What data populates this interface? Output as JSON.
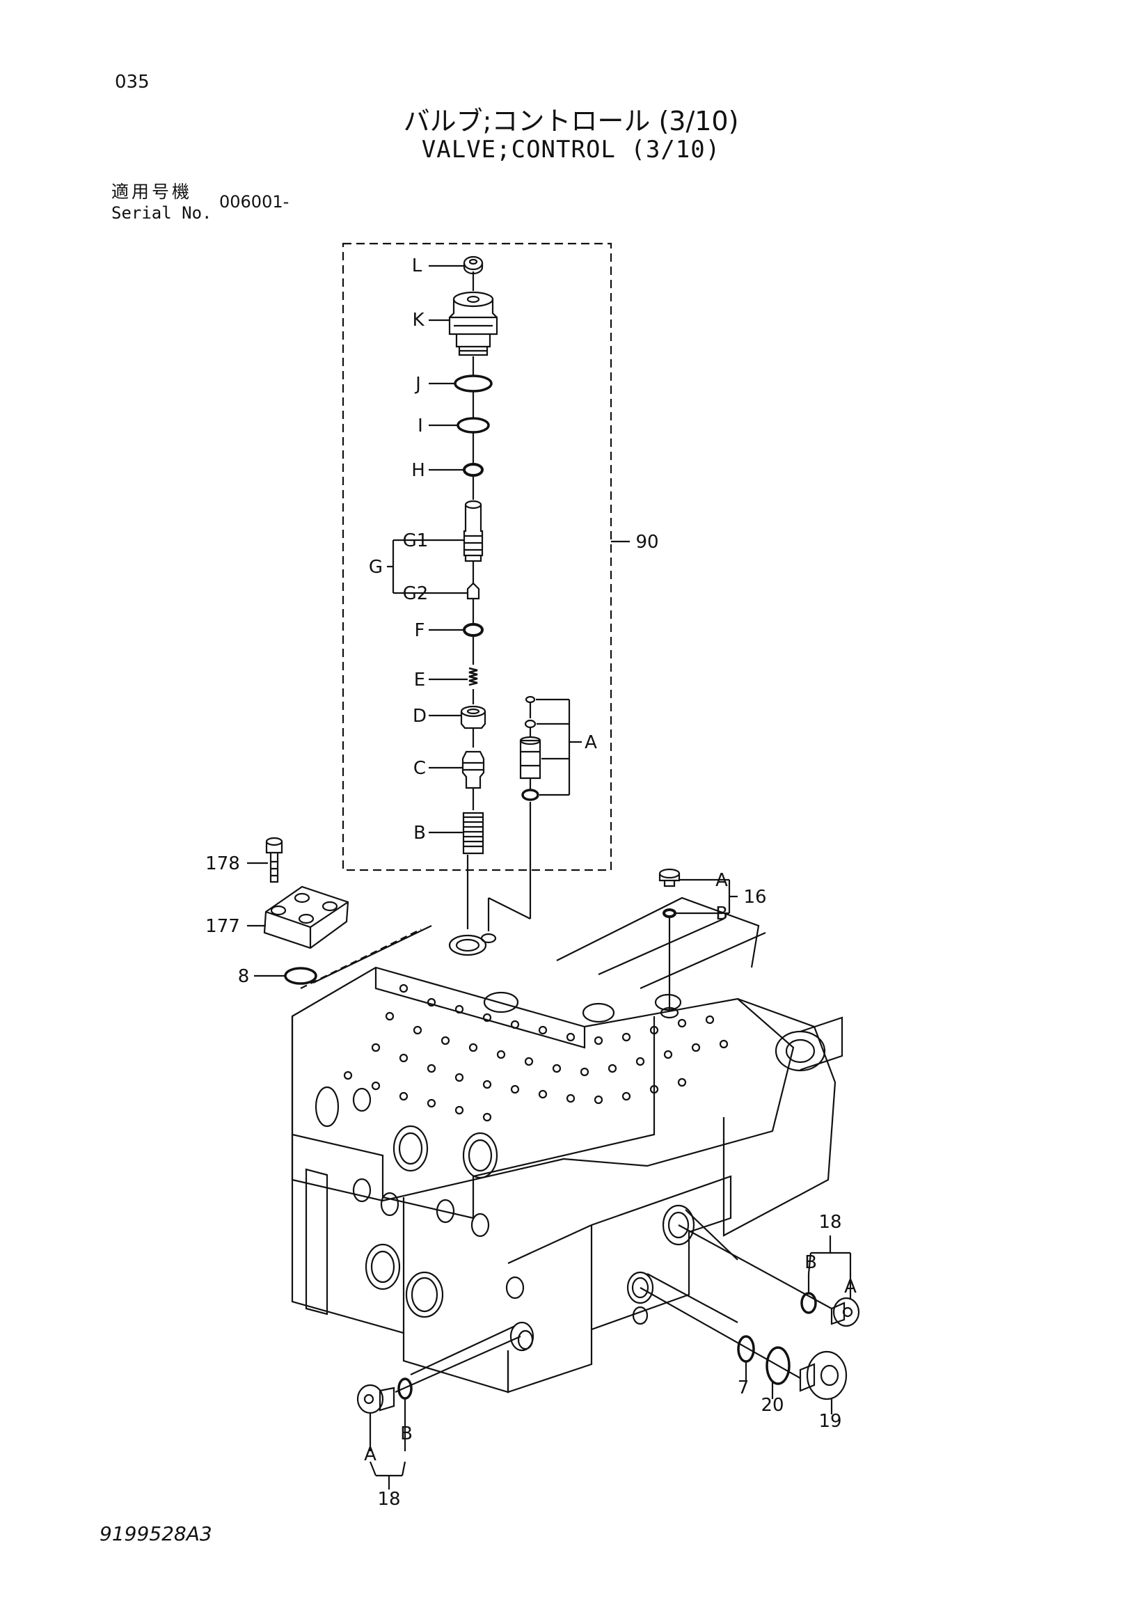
{
  "header": {
    "page_number": "035",
    "title_ja": "バルブ;コントロール (3/10)",
    "title_en": "VALVE;CONTROL (3/10)",
    "serial_label_ja": "適用号機",
    "serial_label_en": "Serial No.",
    "serial_value": "006001-"
  },
  "callouts": {
    "L": "L",
    "K": "K",
    "J": "J",
    "I": "I",
    "H": "H",
    "G": "G",
    "G1": "G1",
    "G2": "G2",
    "F": "F",
    "E": "E",
    "D": "D",
    "C": "C",
    "B": "B",
    "A": "A",
    "kit_90": "90",
    "p178": "178",
    "p177": "177",
    "p8": "8",
    "p16": "16",
    "p16_A": "A",
    "p16_B": "B",
    "p18_right": "18",
    "p18_right_B": "B",
    "p18_right_A": "A",
    "p7": "7",
    "p20": "20",
    "p19": "19",
    "p18_left": "18",
    "p18_left_A": "A",
    "p18_left_B": "B"
  },
  "footer": {
    "drawing_number": "9199528A3"
  }
}
